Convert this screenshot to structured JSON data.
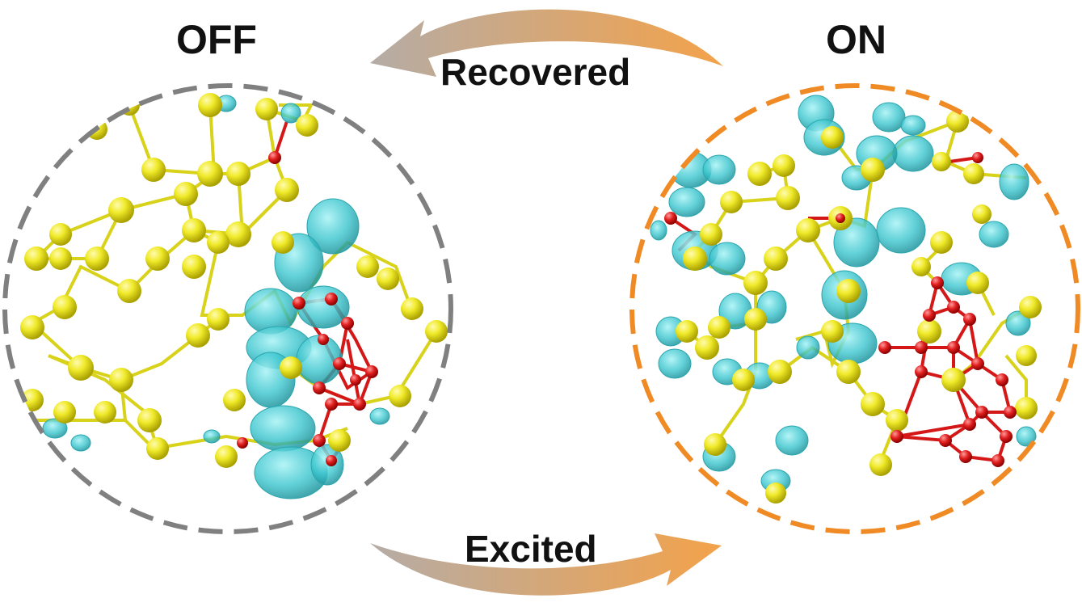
{
  "states": {
    "off": {
      "label": "OFF",
      "border_color": "#808080"
    },
    "on": {
      "label": "ON",
      "border_color": "#f08a24"
    }
  },
  "transitions": {
    "recovered": "Recovered",
    "excited": "Excited"
  },
  "colors": {
    "atom_yellow": "#e8e020",
    "atom_red": "#d41818",
    "isosurface_cyan": "#3cc6cf",
    "arrow_start": "#b8a9a0",
    "arrow_end": "#f3a24a"
  }
}
